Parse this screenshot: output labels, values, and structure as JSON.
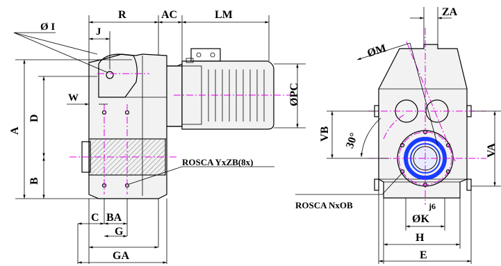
{
  "labels": {
    "R": "R",
    "AC": "AC",
    "LM": "LM",
    "ZA": "ZA",
    "OI": "Ø I",
    "J": "J",
    "OM": "ØM",
    "A": "A",
    "D": "D",
    "W": "W",
    "OPC": "ØPC",
    "B": "B",
    "rosca_yxzb": "ROSCA YxZB(8x)",
    "VB": "VB",
    "angle": "30°",
    "VA": "VA",
    "rosca_nxob": "ROSCA NxOB",
    "C": "C",
    "BA": "BA",
    "G": "G",
    "j6": "j6",
    "OK": "ØK",
    "H": "H",
    "GA": "GA",
    "E": "E"
  },
  "colors": {
    "centerline": "#e000e0",
    "shaft_ring": "#1a3cff",
    "ink": "#000000"
  }
}
